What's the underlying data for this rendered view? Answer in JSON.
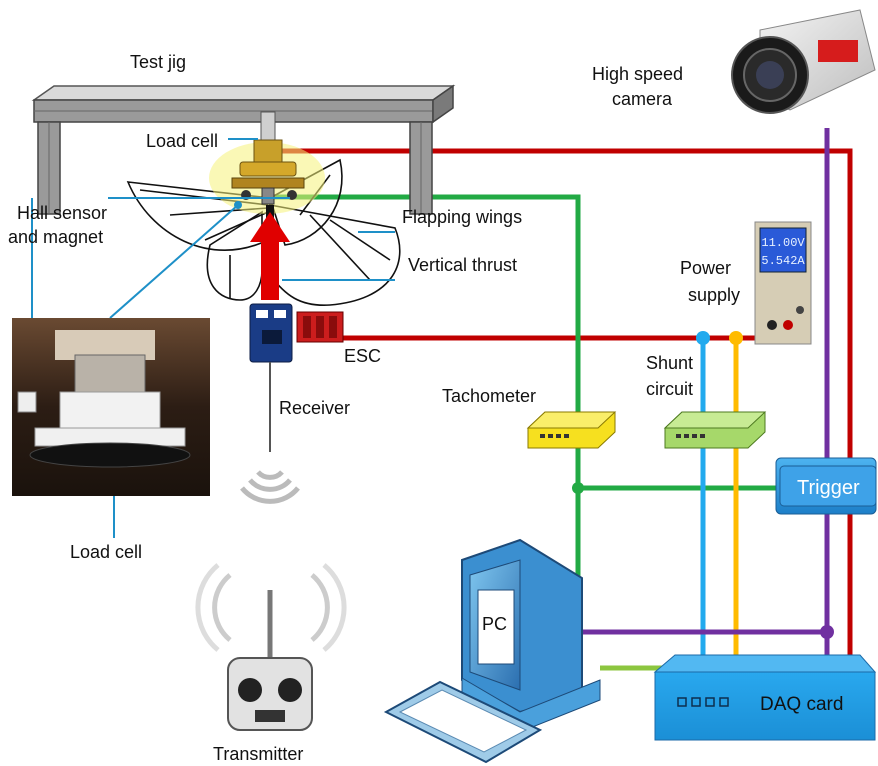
{
  "labels": {
    "test_jig": "Test jig",
    "high_speed_camera_1": "High speed",
    "high_speed_camera_2": "camera",
    "load_cell_top": "Load cell",
    "hall_sensor_1": "Hall sensor",
    "hall_sensor_2": "and magnet",
    "flapping_wings": "Flapping wings",
    "vertical_thrust": "Vertical thrust",
    "power_supply_1": "Power",
    "power_supply_2": "supply",
    "esc": "ESC",
    "shunt_circuit_1": "Shunt",
    "shunt_circuit_2": "circuit",
    "tachometer": "Tachometer",
    "receiver": "Receiver",
    "trigger": "Trigger",
    "load_cell_bottom": "Load cell",
    "pc": "PC",
    "daq_card": "DAQ card",
    "transmitter": "Transmitter"
  },
  "power_display": {
    "line1": "11.00V",
    "line2": "5.542A"
  },
  "wire_colors": {
    "power_red": "#c00000",
    "signal_green": "#22aa44",
    "shunt_blue": "#22aaee",
    "shunt_yellow": "#ffbb00",
    "trigger_purple": "#7030a0",
    "callout_blue": "#1e90c8",
    "thrust_arrow": "#e00000"
  },
  "icons": [
    "camera-icon",
    "power-supply-icon",
    "esc-icon",
    "receiver-icon",
    "tachometer-icon",
    "shunt-circuit-icon",
    "trigger-icon",
    "pc-icon",
    "keyboard-icon",
    "daq-card-icon",
    "transmitter-icon",
    "wifi-signal-icon",
    "load-cell-photo"
  ]
}
